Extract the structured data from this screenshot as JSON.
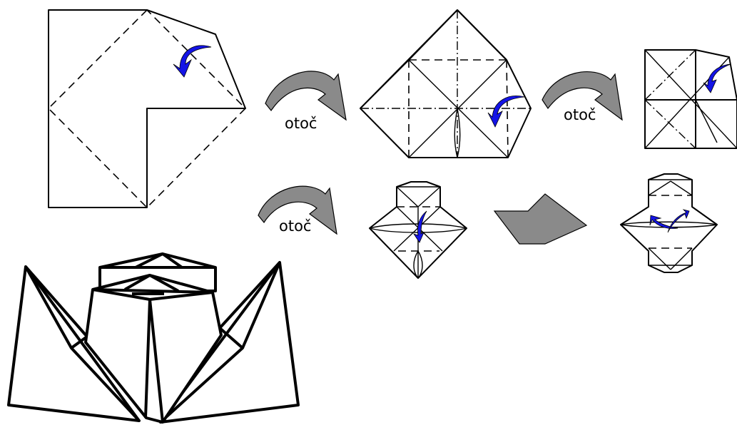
{
  "steps": [
    {
      "id": "step-1"
    },
    {
      "id": "step-2"
    },
    {
      "id": "step-3"
    },
    {
      "id": "step-4"
    },
    {
      "id": "step-5"
    },
    {
      "id": "final-model"
    }
  ],
  "arrows": [
    {
      "label": "otoč"
    },
    {
      "label": "otoč"
    },
    {
      "label": "otoč"
    },
    {
      "label": ""
    }
  ],
  "colors": {
    "line": "#000000",
    "turn_arrow": "#8a8a8a",
    "fold_arrow": "#1414e6",
    "background": "#ffffff"
  }
}
